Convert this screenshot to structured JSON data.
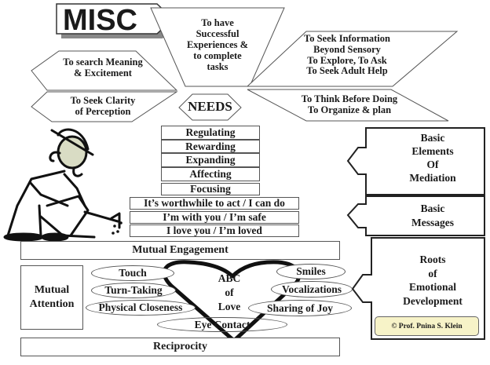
{
  "title": "MISC",
  "needs_label": "NEEDS",
  "needs": {
    "top": "To have Successful Experiences & to complete tasks",
    "top_lines": [
      "To have",
      "Successful",
      "Experiences &",
      "to complete",
      "tasks"
    ],
    "left_upper_lines": [
      "To search Meaning",
      "& Excitement"
    ],
    "left_lower_lines": [
      "To Seek Clarity",
      "of Perception"
    ],
    "right_upper_lines": [
      "To Seek Information",
      "Beyond Sensory",
      "To Explore, To Ask",
      "To Seek Adult Help"
    ],
    "right_lower_lines": [
      "To Think Before Doing",
      "To Organize & plan"
    ]
  },
  "mediation_elements": [
    "Regulating",
    "Rewarding",
    "Expanding",
    "Affecting",
    "Focusing"
  ],
  "basic_messages": [
    "It’s worthwhile to act / I can do",
    "I’m with you / I’m safe",
    "I love you / I’m loved"
  ],
  "mutual_engagement": "Mutual Engagement",
  "mutual_attention_lines": [
    "Mutual",
    "Attention"
  ],
  "heart_lines": [
    "ABC",
    "of",
    "Love"
  ],
  "abc_items_left": [
    "Touch",
    "Turn-Taking",
    "Physical Closeness"
  ],
  "abc_items_right": [
    "Smiles",
    "Vocalizations",
    "Sharing of Joy"
  ],
  "abc_item_bottom": "Eye Contact",
  "reciprocity": "Reciprocity",
  "side_labels": {
    "elements_lines": [
      "Basic",
      "Elements",
      "Of",
      "Mediation"
    ],
    "messages_lines": [
      "Basic",
      "Messages"
    ],
    "roots_lines": [
      "Roots",
      "of",
      "Emotional",
      "Development"
    ]
  },
  "copyright": "© Prof. Pnina S. Klein",
  "colors": {
    "copyright_bg": "#f7f3c8",
    "figure_shade": "#d9dcc4"
  }
}
